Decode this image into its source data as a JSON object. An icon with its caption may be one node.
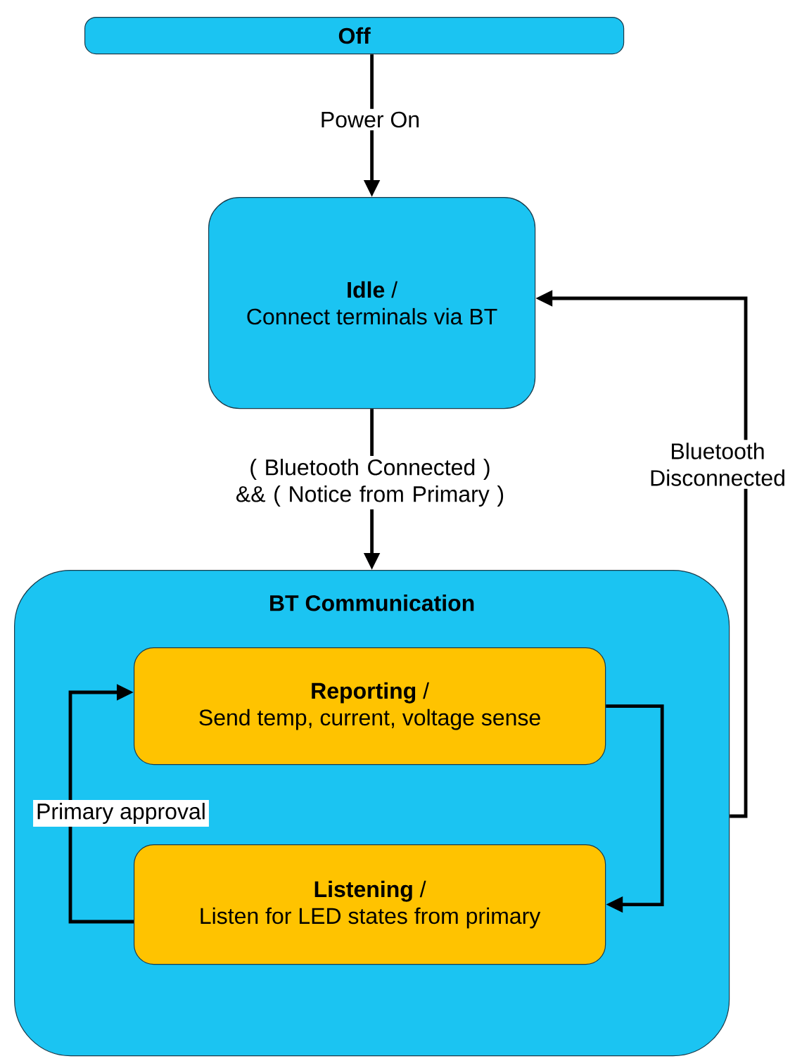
{
  "diagram": {
    "nodes": [
      {
        "text": [
          "Off"
        ]
      },
      {
        "text": [
          "**Idle** /",
          "Connect terminals via BT"
        ]
      },
      {
        "text": [
          "BT Communication"
        ]
      },
      {
        "text": [
          "**Reporting** /",
          "Send temp, current, voltage sense"
        ],
        "in": 2
      },
      {
        "text": [
          "**Listening** /",
          "Listen for LED states from primary"
        ],
        "in": 2
      }
    ],
    "edges": [
      {
        "from": 0,
        "to": 1,
        "arrow": "to",
        "label": "Power On"
      },
      {
        "from": 1,
        "to": 2,
        "arrow": "to",
        "label": "( Bluetooth Connected ) && ( Notice from Primary )"
      },
      {
        "from": 2,
        "to": 1,
        "arrow": "to",
        "label": "Bluetooth Disconnected"
      },
      {
        "from": 3,
        "to": 4,
        "arrow": "to"
      },
      {
        "from": 4,
        "to": 3,
        "arrow": "to",
        "label": "Primary approval"
      }
    ]
  }
}
